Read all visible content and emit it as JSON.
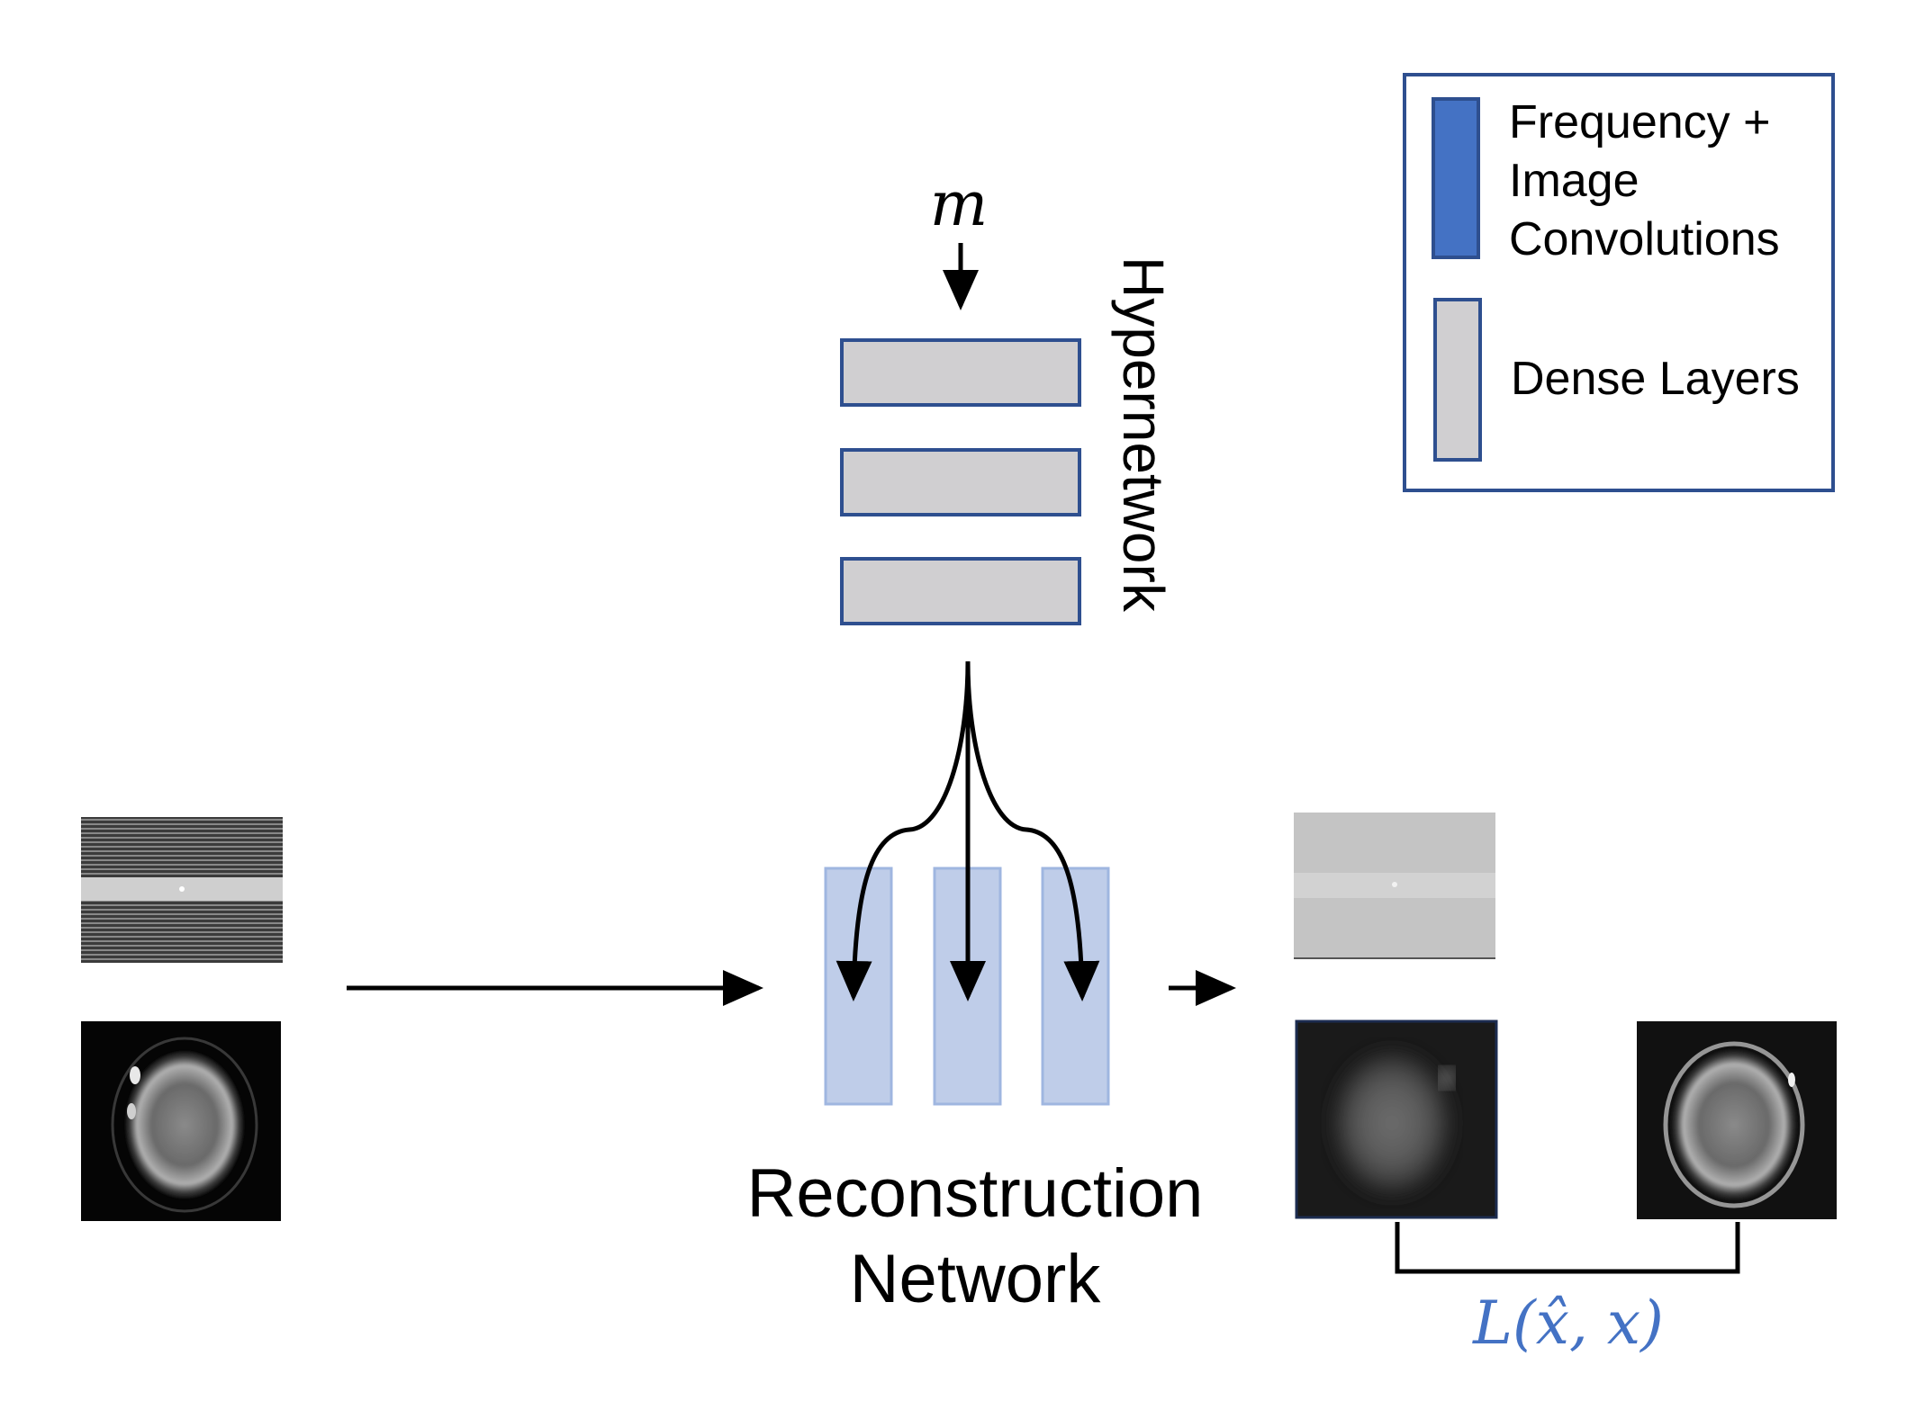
{
  "hypernetwork": {
    "input_symbol": "m",
    "label": "Hypernetwork"
  },
  "reconstruction": {
    "label_line1": "Reconstruction",
    "label_line2": "Network"
  },
  "loss": {
    "label": "L(x̂, x)"
  },
  "legend": {
    "conv_label_line1": "Frequency +",
    "conv_label_line2": "Image",
    "conv_label_line3": "Convolutions",
    "dense_label": "Dense Layers"
  },
  "colors": {
    "dense_fill": "#d0cfd1",
    "box_border": "#2e4f8f",
    "conv_fill": "#4472c4",
    "recon_fill": "#bfcde9",
    "recon_border": "#9fb6e0",
    "loss_text": "#4472c4"
  }
}
